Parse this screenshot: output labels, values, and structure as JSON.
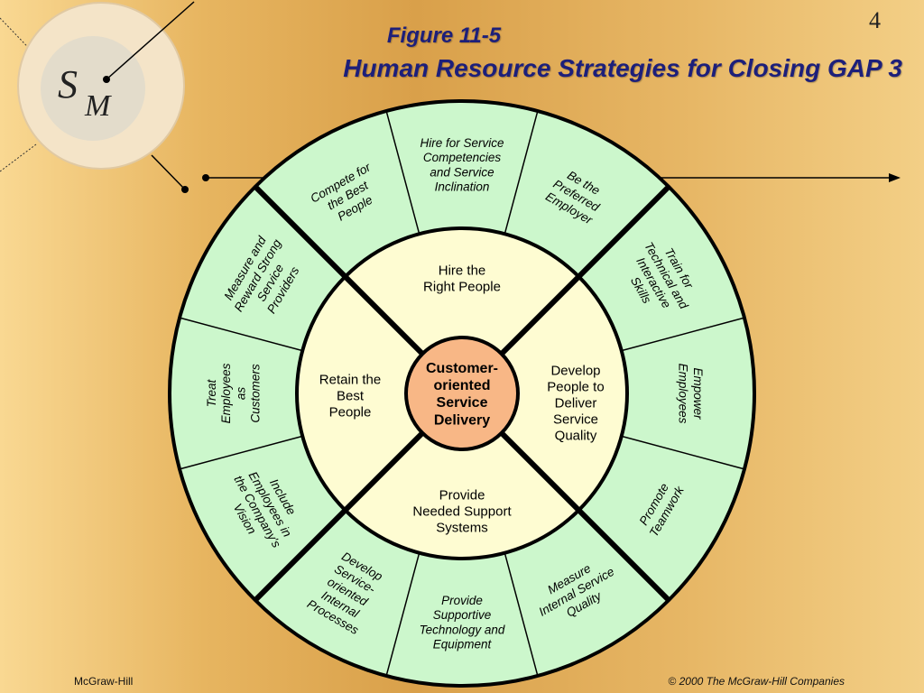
{
  "slide": {
    "page_number": "4"
  },
  "titles": {
    "figure": "Figure 11-5",
    "main": "Human Resource Strategies for Closing GAP 3"
  },
  "logo": {
    "letter_s": "S",
    "letter_m": "M"
  },
  "center": {
    "lines": [
      "Customer-",
      "oriented",
      "Service",
      "Delivery"
    ]
  },
  "inner_ring": {
    "top": [
      "Hire the",
      "Right People"
    ],
    "right": [
      "Develop",
      "People to",
      "Deliver",
      "Service",
      "Quality"
    ],
    "bottom": [
      "Provide",
      "Needed Support",
      "Systems"
    ],
    "left": [
      "Retain the",
      "Best",
      "People"
    ]
  },
  "outer_ring": [
    {
      "id": "compete",
      "lines": [
        "Compete for",
        "the Best",
        "People"
      ]
    },
    {
      "id": "hire-competencies",
      "lines": [
        "Hire for Service",
        "Competencies",
        "and Service",
        "Inclination"
      ]
    },
    {
      "id": "preferred-employer",
      "lines": [
        "Be the",
        "Preferred",
        "Employer"
      ]
    },
    {
      "id": "train",
      "lines": [
        "Train for",
        "Technical and",
        "Interactive",
        "Skills"
      ]
    },
    {
      "id": "empower",
      "lines": [
        "Empower",
        "Employees"
      ]
    },
    {
      "id": "teamwork",
      "lines": [
        "Promote",
        "Teamwork"
      ]
    },
    {
      "id": "measure-internal",
      "lines": [
        "Measure",
        "Internal Service",
        "Quality"
      ]
    },
    {
      "id": "supportive-tech",
      "lines": [
        "Provide",
        "Supportive",
        "Technology and",
        "Equipment"
      ]
    },
    {
      "id": "internal-processes",
      "lines": [
        "Develop",
        "Service-",
        "oriented",
        "Internal",
        "Processes"
      ]
    },
    {
      "id": "include-vision",
      "lines": [
        "Include",
        "Employees in",
        "the Company's",
        "Vision"
      ]
    },
    {
      "id": "treat-customers",
      "lines": [
        "Treat",
        "Employees",
        "as",
        "Customers"
      ]
    },
    {
      "id": "reward",
      "lines": [
        "Measure and",
        "Reward Strong",
        "Service",
        "Providers"
      ]
    }
  ],
  "footer": {
    "left": "McGraw-Hill",
    "right": "© 2000 The McGraw-Hill Companies"
  },
  "colors": {
    "outer_fill": "#ccf7cc",
    "inner_fill": "#fefcd2",
    "center_fill": "#f8b786",
    "title": "#1d1f7a",
    "ink": "#000000"
  }
}
